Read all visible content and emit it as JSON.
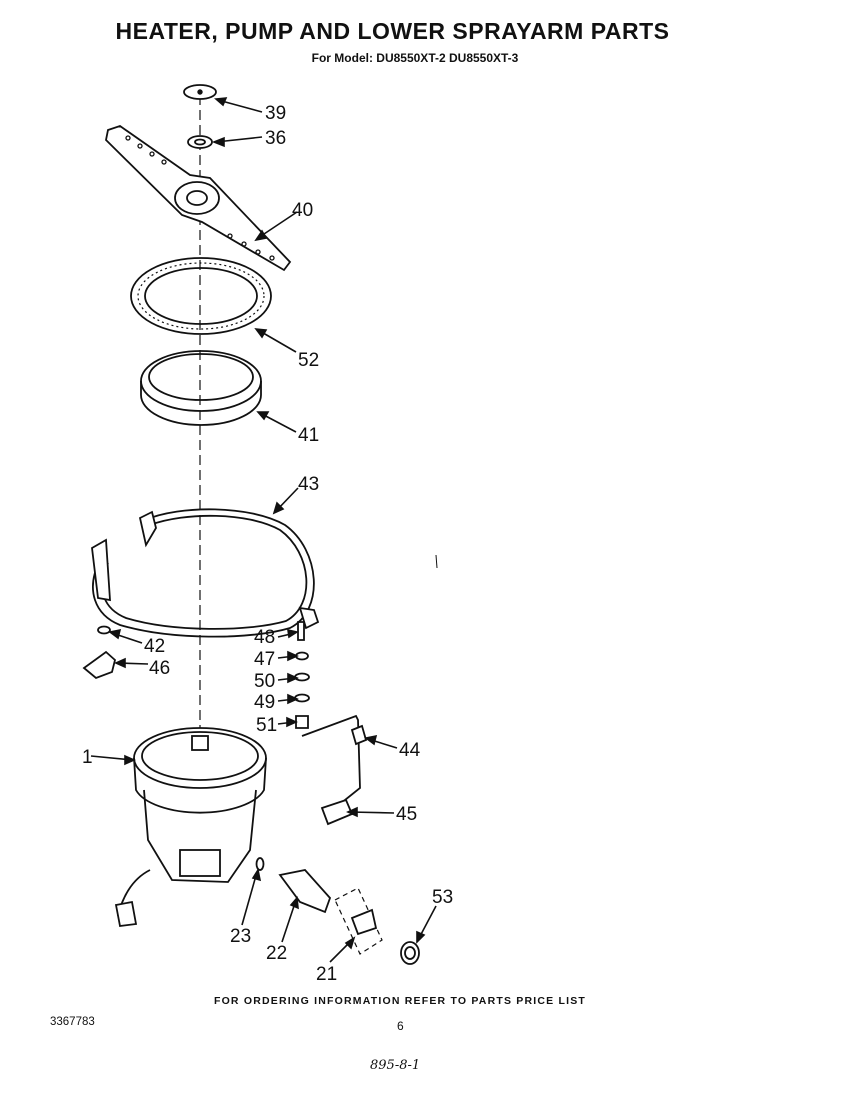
{
  "header": {
    "title": "HEATER, PUMP AND LOWER SPRAYARM PARTS",
    "subtitle": "For Model: DU8550XT-2 DU8550XT-3"
  },
  "callouts": {
    "c39": "39",
    "c36": "36",
    "c40": "40",
    "c52": "52",
    "c41": "41",
    "c43": "43",
    "c42": "42",
    "c46": "46",
    "c48": "48",
    "c47": "47",
    "c50": "50",
    "c49": "49",
    "c51": "51",
    "c44": "44",
    "c45": "45",
    "c1": "1",
    "c23": "23",
    "c22": "22",
    "c21": "21",
    "c53": "53"
  },
  "footer": {
    "ordering_note": "FOR ORDERING INFORMATION REFER TO PARTS PRICE LIST",
    "doc_number": "3367783",
    "page_number": "6",
    "handwritten_note": "895-8-1"
  }
}
